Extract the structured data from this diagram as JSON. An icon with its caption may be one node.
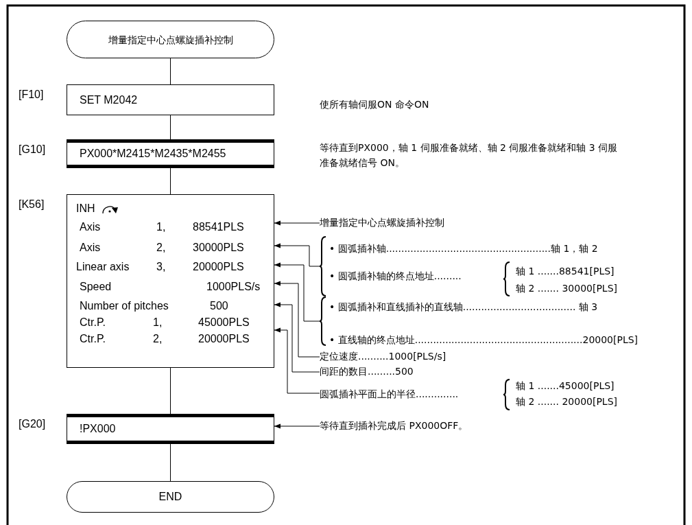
{
  "diagram": {
    "nodes": [
      {
        "text": [
          "增量指定中心点螺旋插补控制"
        ]
      },
      {
        "text": [
          "SET M2042"
        ],
        "beside": [
          "[F10]"
        ]
      },
      {
        "text": [
          "PX000*M2415*M2435*M2455"
        ],
        "beside": [
          "[G10]"
        ]
      },
      {
        "text": [
          "INH",
          "Axis",
          "1,",
          "88541PLS",
          "Axis",
          "2,",
          "30000PLS",
          "Linear axis",
          "3,",
          "20000PLS",
          "Speed",
          "1000PLS/s",
          "Number of pitches",
          "500",
          "Ctr.P.",
          "1,",
          "45000PLS",
          "Ctr.P.",
          "2,",
          "20000PLS"
        ],
        "beside": [
          "[K56]"
        ]
      },
      {
        "text": [
          "!PX000"
        ],
        "beside": [
          "[G20]"
        ]
      },
      {
        "text": [
          "END"
        ]
      },
      {
        "text": [
          "增量指定中心点螺旋插补控制"
        ]
      },
      {
        "text": [
          "• 圆弧插补轴......................................................轴 1，轴 2",
          "• 圆弧插补轴的终点地址.........",
          "轴 1 .......88541[PLS]",
          "轴 2 ....... 30000[PLS]"
        ]
      },
      {
        "text": [
          "• 圆弧插补和直线插补的直线轴..................................... 轴 3",
          "• 直线轴的终点地址.......................................................20000[PLS]"
        ]
      },
      {
        "text": [
          "定位速度..........1000[PLS/s]"
        ]
      },
      {
        "text": [
          "间距的数目.........500"
        ]
      },
      {
        "text": [
          "圆弧插补平面上的半径..............",
          "轴 1 .......45000[PLS]",
          "轴 2 ....... 20000[PLS]"
        ]
      },
      {
        "text": [
          "等待直到插补完成后 PX000OFF。"
        ]
      }
    ],
    "edges": [
      {
        "from": 0,
        "to": 1,
        "arrow": "none"
      },
      {
        "from": 1,
        "to": 2,
        "arrow": "none"
      },
      {
        "from": 2,
        "to": 3,
        "arrow": "none"
      },
      {
        "from": 3,
        "to": 4,
        "arrow": "none"
      },
      {
        "from": 4,
        "to": 5,
        "arrow": "none"
      },
      {
        "from": 6,
        "to": 3,
        "arrow": "to"
      },
      {
        "from": 7,
        "to": 3,
        "arrow": "to"
      },
      {
        "from": 8,
        "to": 3,
        "arrow": "to"
      },
      {
        "from": 9,
        "to": 3,
        "arrow": "to"
      },
      {
        "from": 10,
        "to": 3,
        "arrow": "to"
      },
      {
        "from": 11,
        "to": 3,
        "arrow": "to"
      },
      {
        "from": 12,
        "to": 4,
        "arrow": "to"
      }
    ],
    "labels": [
      "使所有轴伺服ON 命令ON",
      "等待直到PX000，轴 1 伺服准备就绪、轴 2 伺服准备就绪和轴 3 伺服准备就绪信号 ON。"
    ]
  }
}
